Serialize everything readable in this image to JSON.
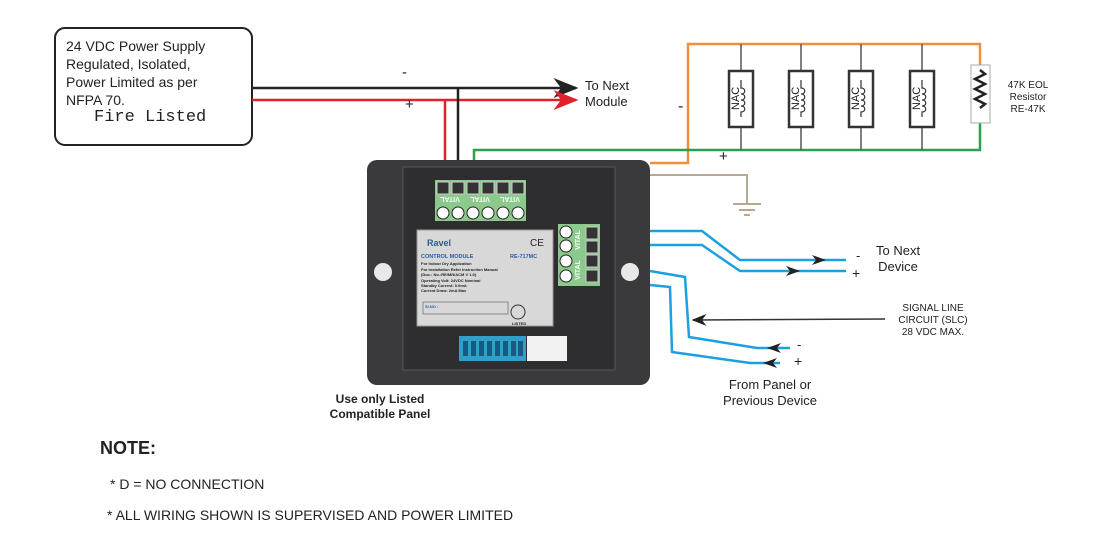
{
  "power_supply": {
    "lines": [
      "24 VDC Power Supply",
      "Regulated, Isolated,",
      "Power Limited as per",
      "NFPA 70."
    ],
    "listed": "Fire Listed",
    "minus": "-",
    "plus": "+"
  },
  "to_next_module": [
    "To Next",
    "Module"
  ],
  "nac": {
    "labels": [
      "NAC",
      "NAC",
      "NAC",
      "NAC"
    ],
    "minus": "-",
    "plus": "+"
  },
  "eol": [
    "47K EOL",
    "Resistor",
    "RE-47K"
  ],
  "module": {
    "brand": "Ravel",
    "title": "CONTROL MODULE",
    "model": "RE-717MC",
    "lines": [
      "For Indoor Dry Application",
      "For Installation Refer Instruction Manual",
      "(Doc.: No.:RE/MN/ACM V 1.0)",
      "Operating Volt: 24VDC Nominal",
      "Standby Current: 0.6mA",
      "Current Draw: 2mA Max"
    ],
    "serial": "Sl.NO :",
    "terminal_label": "VITAL",
    "ce": "CE",
    "listed": "LISTED"
  },
  "to_next_device": {
    "lines": [
      "To Next",
      "Device"
    ],
    "minus": "-",
    "plus": "+"
  },
  "slc": [
    "SIGNAL LINE",
    "CIRCUIT (SLC)",
    "28 VDC MAX."
  ],
  "from_panel": {
    "lines": [
      "From Panel or",
      "Previous Device"
    ],
    "minus": "-",
    "plus": "+"
  },
  "panel_note": [
    "Use only Listed",
    "Compatible Panel"
  ],
  "note": {
    "title": "NOTE:",
    "items": [
      "* D = NO CONNECTION",
      "* ALL WIRING SHOWN IS SUPERVISED AND POWER LIMITED"
    ]
  },
  "colors": {
    "orange": "#f0903a",
    "green": "#2e9e50",
    "red": "#e0202a",
    "blue": "#1ea0e0",
    "module": "#3a3a3c",
    "terminal": "#8cc98c"
  }
}
